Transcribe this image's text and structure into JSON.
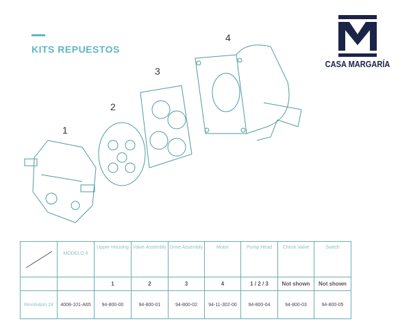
{
  "header": {
    "title": "KITS REPUESTOS"
  },
  "logo": {
    "text": "CASA MARGARÍA"
  },
  "diagram": {
    "labels": [
      "1",
      "2",
      "3",
      "4"
    ]
  },
  "table": {
    "headers": [
      "MODELO #",
      "Upper Housing",
      "Valve Assembly",
      "Drive Assembly",
      "Motor",
      "Pump Head",
      "Check Valve",
      "Switch"
    ],
    "numbers": [
      "",
      "1",
      "2",
      "3",
      "4",
      "1 / 2 / 3",
      "Not shown",
      "Not shown"
    ],
    "rows": [
      {
        "name": "Revolution 24",
        "cells": [
          "4008-101-A65",
          "94-800-00",
          "94-800-01",
          "94-800-02",
          "94-11-302-00",
          "94-800-04",
          "94-800-03",
          "94-800-05"
        ]
      }
    ]
  }
}
